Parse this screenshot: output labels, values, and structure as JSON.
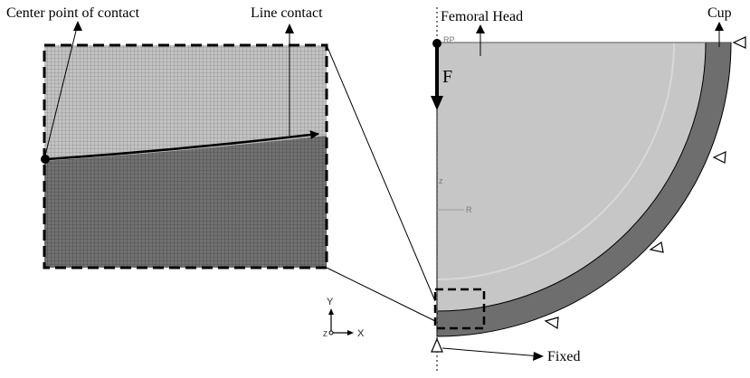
{
  "labels": {
    "center_point": "Center point of contact",
    "line_contact": "Line contact",
    "femoral_head": "Femoral Head",
    "cup": "Cup",
    "force": "F",
    "fixed": "Fixed",
    "rp": "RP",
    "z": "z",
    "r": "R",
    "axis_y": "Y",
    "axis_x": "X",
    "axis_z": "Z"
  },
  "colors": {
    "upper_mesh": "#bdbdbd",
    "lower_mesh": "#6b6b6b",
    "femoral_head": "#c4c4c4",
    "cup": "#6e6e6e",
    "outline": "#000000"
  },
  "icons": {
    "boundary_marker": "triangle-outline-icon",
    "force_arrow": "arrow-down-icon",
    "coordinate_triad": "xyz-triad-icon"
  }
}
